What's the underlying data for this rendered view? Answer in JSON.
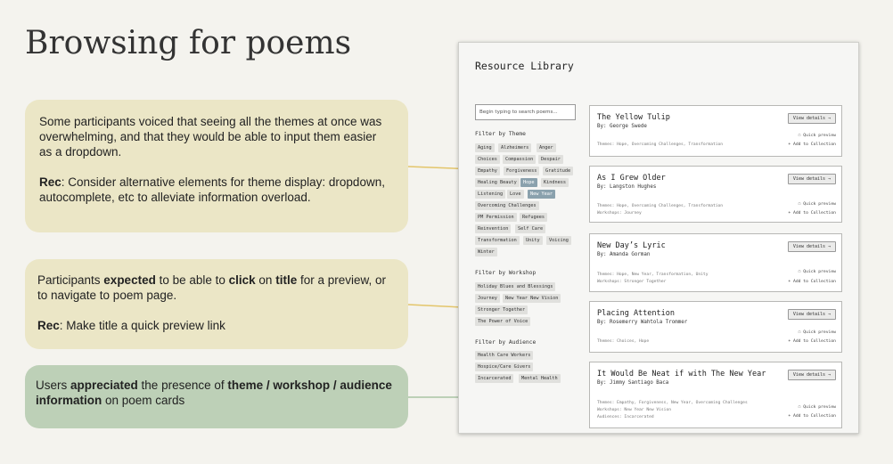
{
  "slide": {
    "title": "Browsing for poems"
  },
  "callouts": {
    "c1": {
      "text": "Some participants voiced that seeing all the themes at once was overwhelming, and that they would be able to input them easier as a dropdown.",
      "rec_label": "Rec",
      "rec_text": ": Consider alternative elements for theme display: dropdown, autocomplete, etc to alleviate information overload."
    },
    "c2": {
      "t1": "Participants ",
      "b1": "expected",
      "t2": " to be able to ",
      "b2": "click",
      "t3": " on ",
      "b3": "title",
      "t4": " for a preview, or to navigate to poem page.",
      "rec_label": "Rec",
      "rec_text": ": Make title a quick preview link"
    },
    "c3": {
      "t1": "Users ",
      "b1": "appreciated",
      "t2": " the presence of ",
      "b2": "theme / workshop / audience information",
      "t3": " on poem cards"
    }
  },
  "app": {
    "title": "Resource Library",
    "search_placeholder": "Begin typing to search poems...",
    "theme_heading": "Filter by Theme",
    "workshop_heading": "Filter by Workshop",
    "audience_heading": "Filter by Audience",
    "themes": [
      "Aging",
      "Alzheimers",
      "Anger",
      "Choices",
      "Compassion",
      "Despair",
      "Empathy",
      "Forgiveness",
      "Gratitude",
      "Healing Beauty",
      "Hope",
      "Kindness",
      "Listening",
      "Love",
      "New Year",
      "Overcoming Challenges",
      "PM Permission",
      "Refugees",
      "Reinvention",
      "Self Care",
      "Transformation",
      "Unity",
      "Voicing",
      "Winter"
    ],
    "workshops": [
      "Holiday Blues and Blessings",
      "Journey",
      "New Year New Vision",
      "Stronger Together",
      "The Power of Voice"
    ],
    "audiences": [
      "Health Care Workers",
      "Hospice/Care Givers",
      "Incarcerated",
      "Mental Health"
    ],
    "view_label": "View details →",
    "quick_label": "☐ Quick preview",
    "collection_label": "+ Add to Collection",
    "cards": [
      {
        "title": "The Yellow Tulip",
        "author": "By: George Swede",
        "themes": "Themes: Hope, Overcoming Challenges, Transformation"
      },
      {
        "title": "As I Grew Older",
        "author": "By: Langston Hughes",
        "themes": "Themes: Hope, Overcoming Challenges, Transformation",
        "workshops": "Workshops: Journey"
      },
      {
        "title": "New Day’s Lyric",
        "author": "By: Amanda Gorman",
        "themes": "Themes: Hope, New Year, Transformation, Unity",
        "workshops": "Workshops: Stronger Together"
      },
      {
        "title": "Placing Attention",
        "author": "By: Rosemerry Wahtola Trommer",
        "themes": "Themes: Choices, Hope"
      },
      {
        "title": "It Would Be Neat if with The New Year",
        "author": "By: Jimmy Santiago Baca",
        "themes": "Themes: Empathy, Forgiveness, New Year, Overcoming Challenges",
        "workshops": "Workshops: New Year New Vision",
        "audiences": "Audiences: Incarcerated"
      }
    ]
  }
}
